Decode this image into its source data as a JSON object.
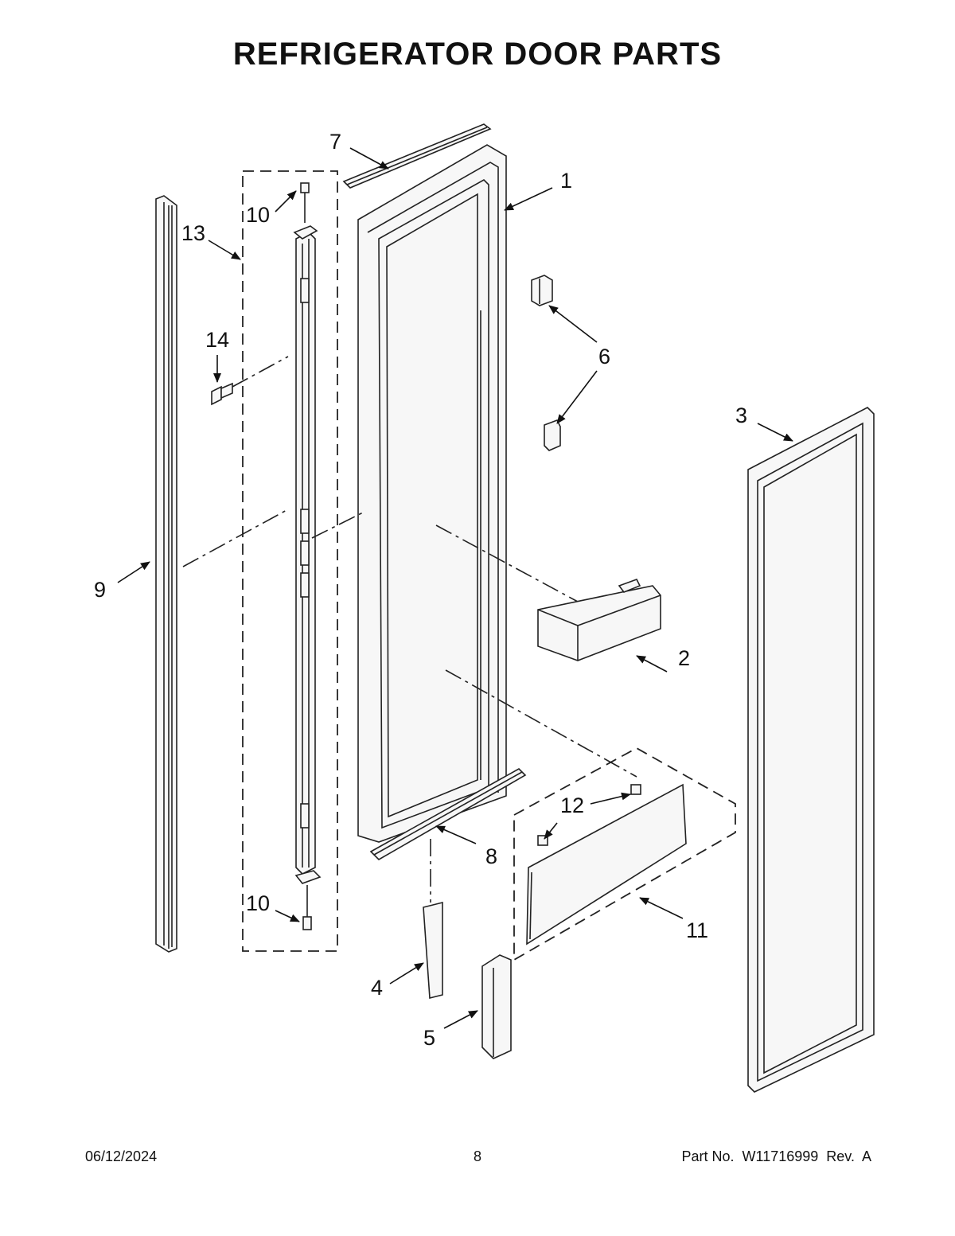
{
  "title": "REFRIGERATOR DOOR PARTS",
  "callouts": [
    {
      "id": "1",
      "label": "1"
    },
    {
      "id": "2",
      "label": "2"
    },
    {
      "id": "3",
      "label": "3"
    },
    {
      "id": "4",
      "label": "4"
    },
    {
      "id": "5",
      "label": "5"
    },
    {
      "id": "6",
      "label": "6"
    },
    {
      "id": "7",
      "label": "7"
    },
    {
      "id": "8",
      "label": "8"
    },
    {
      "id": "9",
      "label": "9"
    },
    {
      "id": "10a",
      "label": "10"
    },
    {
      "id": "10b",
      "label": "10"
    },
    {
      "id": "11",
      "label": "11"
    },
    {
      "id": "12",
      "label": "12"
    },
    {
      "id": "13",
      "label": "13"
    },
    {
      "id": "14",
      "label": "14"
    }
  ],
  "footer": {
    "date": "06/12/2024",
    "page": "8",
    "part_number": "Part No.  W11716999  Rev.  A"
  }
}
